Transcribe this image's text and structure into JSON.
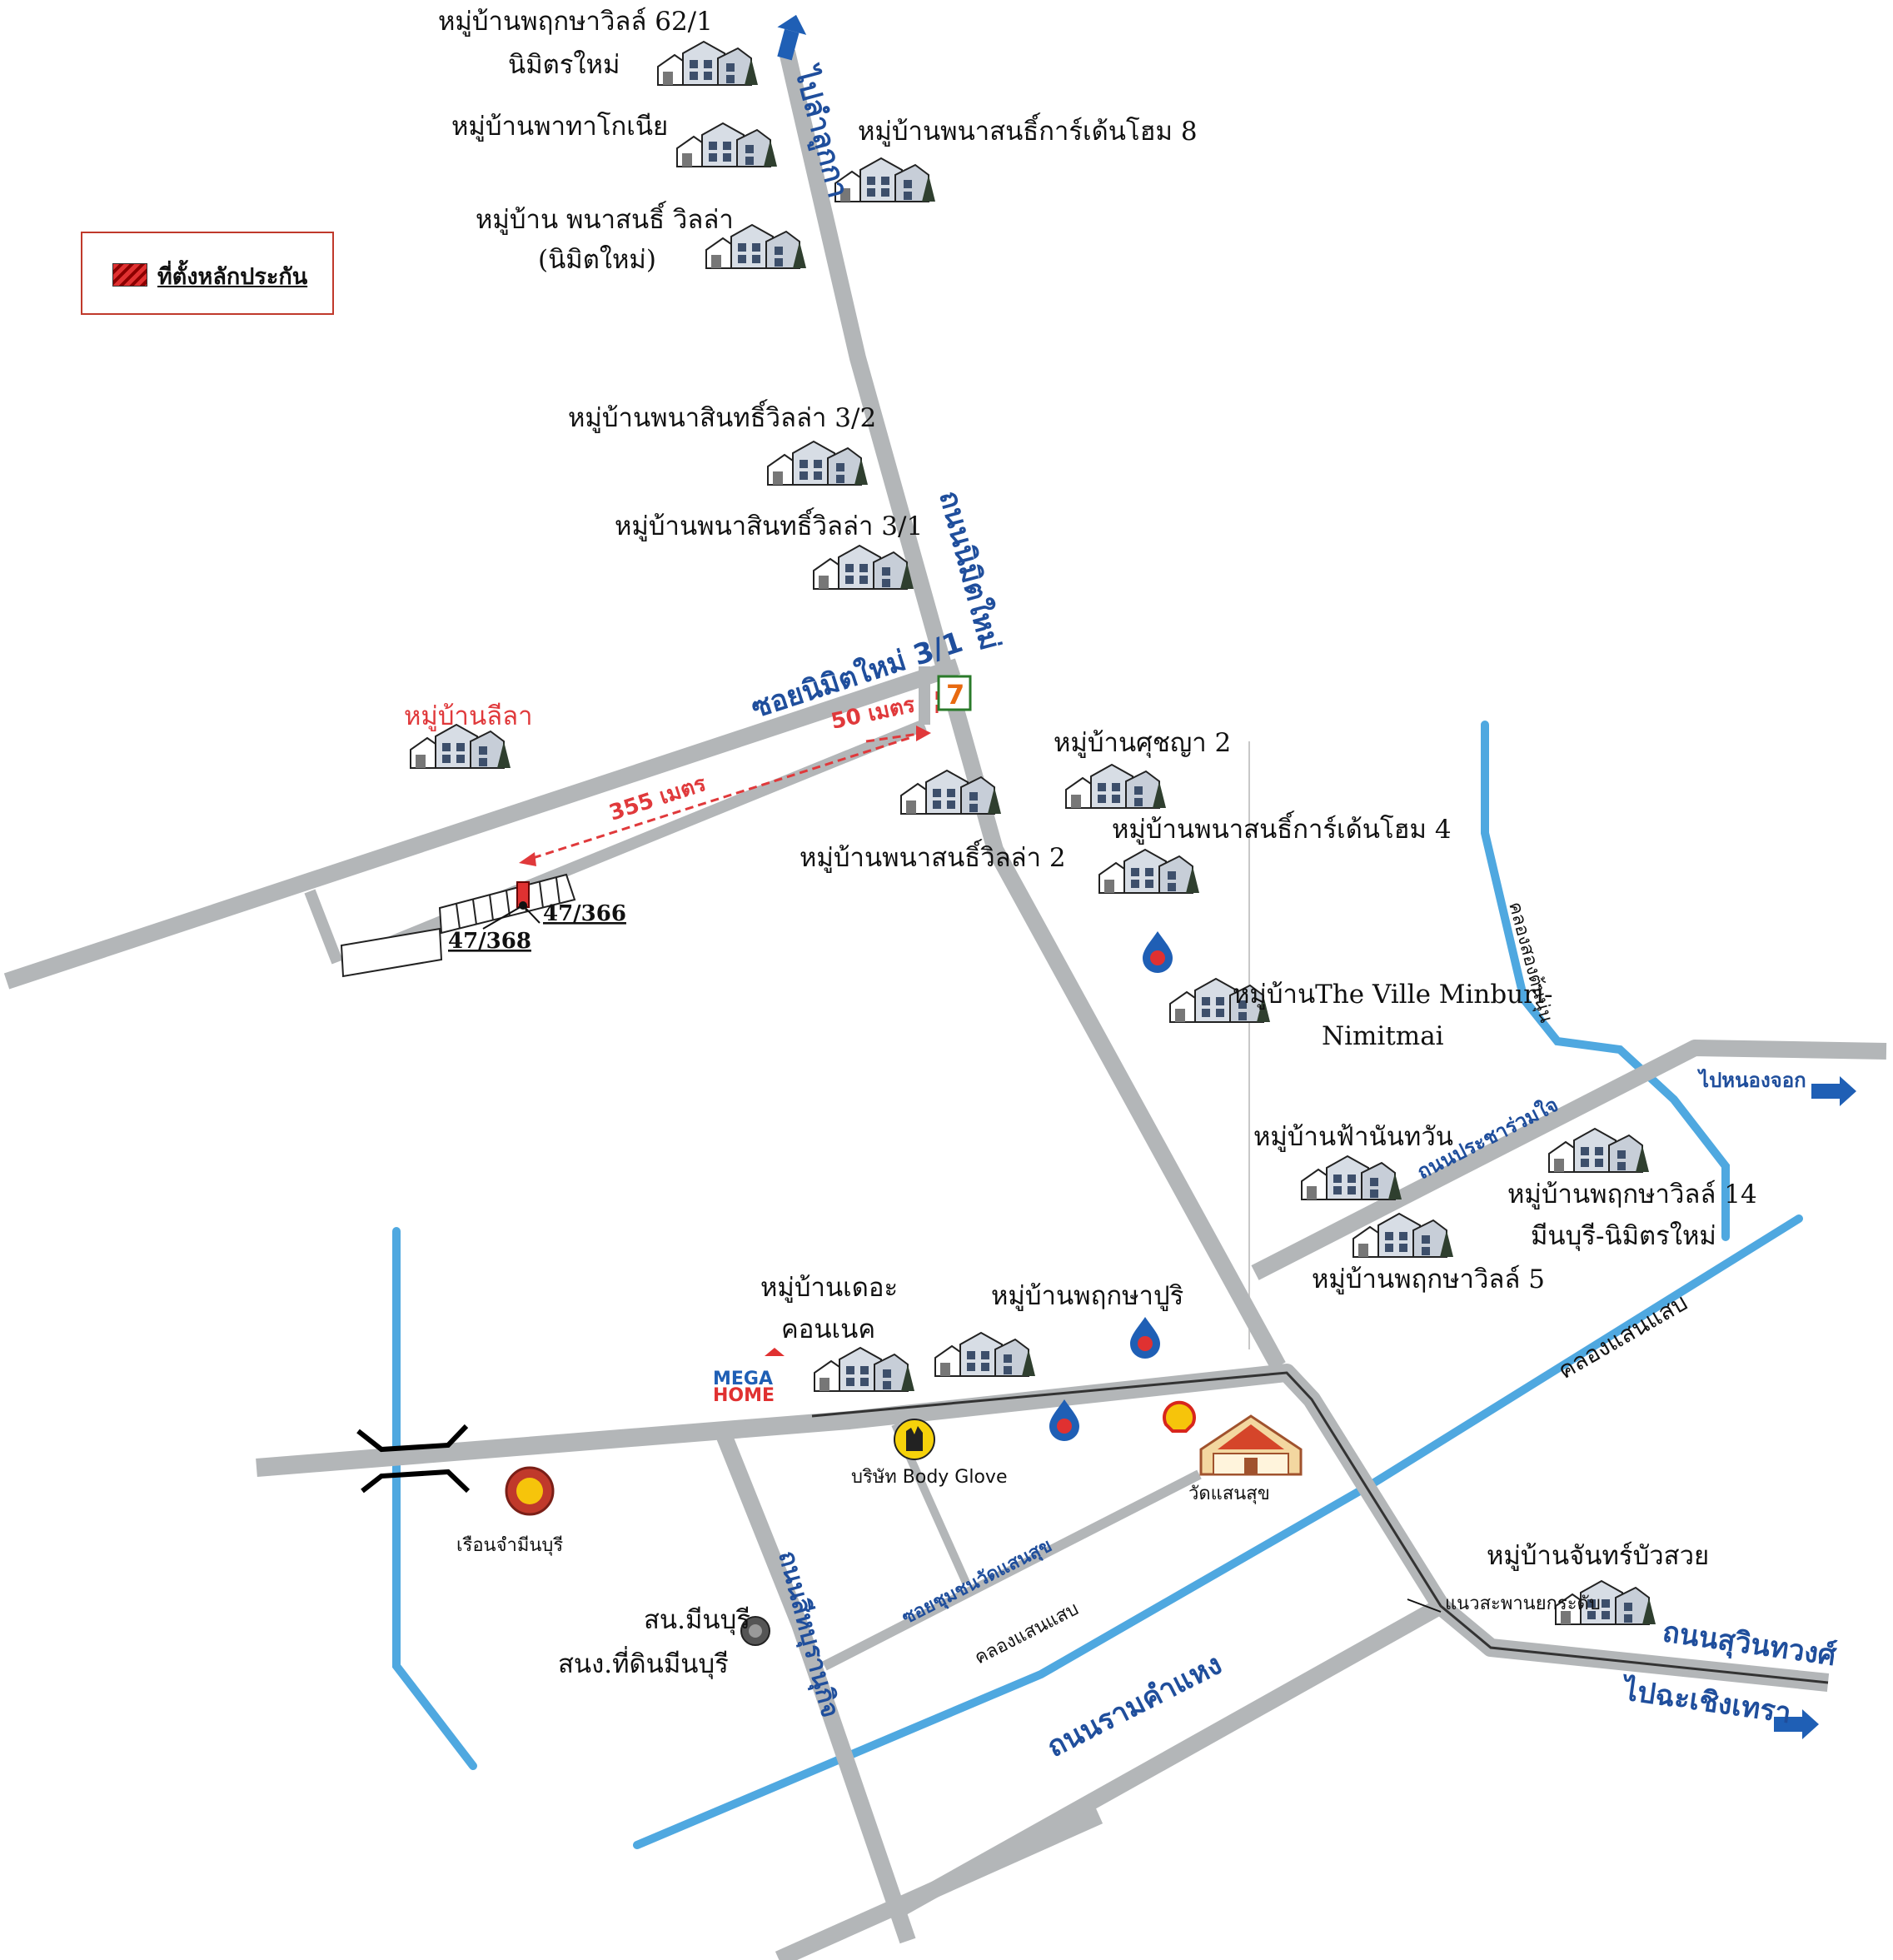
{
  "legend": {
    "label": "ที่ตั้งหลักประกัน",
    "swatch_color": "#e03131"
  },
  "roads": {
    "nimit_mai": "ถนนนิมิตใหม่",
    "to_lam_luk_ka": "ไปลำลูกกา",
    "soi_nimit_mai_3_1": "ซอยนิมิตใหม่ 3/1",
    "prachaarumjai": "ถนนประชาร่วมใจ",
    "to_nong_chok": "ไปหนองจอก",
    "suwinthawong": "ถนนสุวินทวงศ์",
    "to_chachoengsao": "ไปฉะเชิงเทรา",
    "ramkhamhaeng": "ถนนรามคำแหง",
    "sihaburanukit": "ถนนสีหบุรานุกิจ",
    "soi_chumchon_wat_saen_suk": "ซอยชุมชนวัดแสนสุข"
  },
  "canals": {
    "khlong_saen_saep_upper": "คลองแสนแสบ",
    "khlong_saen_saep_lower": "คลองแสนแสบ",
    "khlong_song_ton_nun": "คลองสองต้นนุ่น"
  },
  "distances": {
    "short": "50 เมตร",
    "long": "355 เมตร"
  },
  "lots": {
    "a": "47/366",
    "b": "47/368"
  },
  "villages": {
    "v1_line1": "หมู่บ้านพฤกษาวิลล์ 62/1",
    "v1_line2": "นิมิตรใหม่",
    "v2": "หมู่บ้านพาทาโกเนีย",
    "v3_line1": "หมู่บ้าน พนาสนธิ์ วิลล่า",
    "v3_line2": "(นิมิตใหม่)",
    "v4": "หมู่บ้านพนาสนธิ์การ์เด้นโฮม 8",
    "v5": "หมู่บ้านพนาสินทธิ์วิลล่า 3/2",
    "v6": "หมู่บ้านพนาสินทธิ์วิลล่า 3/1",
    "v7": "หมู่บ้านลีลา",
    "v8": "หมู่บ้านศุชญา 2",
    "v9": "หมู่บ้านพนาสนธิ์การ์เด้นโฮม 4",
    "v10": "หมู่บ้านพนาสนธิ์วิลล่า 2",
    "v11_line1": "หมู่บ้านThe Ville Minburi-",
    "v11_line2": "Nimitmai",
    "v12": "หมู่บ้านฟ้านันทวัน",
    "v13_line1": "หมู่บ้านพฤกษาวิลล์ 14",
    "v13_line2": "มีนบุรี-นิมิตรใหม่",
    "v14": "หมู่บ้านพฤกษาวิลล์ 5",
    "v15_line1": "หมู่บ้านเดอะ",
    "v15_line2": "คอนเนค",
    "v16": "หมู่บ้านพฤกษาปูริ",
    "v17": "หมู่บ้านจันทร์บัวสวย"
  },
  "landmarks": {
    "megahome_line1": "MEGA",
    "megahome_line2": "HOME",
    "body_glove": "บริษัท Body Glove",
    "wat_saen_suk": "วัดแสนสุข",
    "prison": "เรือนจำมีนบุรี",
    "police": "สน.มีนบุรี",
    "land_office": "สนง.ที่ดินมีนบุรี",
    "expressway": "แนวสะพานยกระดับ",
    "seven_eleven": "7"
  },
  "colors": {
    "road": "#b3b6b8",
    "water": "#4fa8e0",
    "arrow": "#1f5fb5",
    "label_blue": "#1f4e9c",
    "label_red": "#e0393b"
  }
}
